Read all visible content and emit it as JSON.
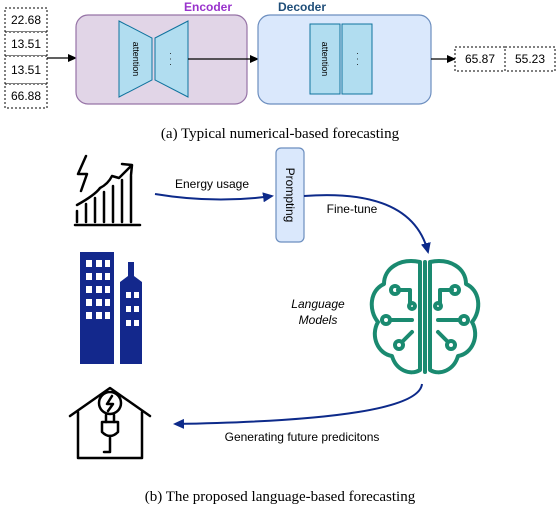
{
  "part_a": {
    "inputs": [
      "22.68",
      "13.51",
      "13.51",
      "66.88"
    ],
    "encoder_label": "Encoder",
    "decoder_label": "Decoder",
    "encoder_attention": "attention",
    "decoder_attention": "attention",
    "ellipsis": "· · ·",
    "outputs": [
      "65.87",
      "55.23"
    ],
    "caption": "(a)  Typical numerical-based forecasting"
  },
  "part_b": {
    "energy_usage": "Energy usage",
    "prompting": "Prompting",
    "fine_tune": "Fine-tune",
    "language_models_line1": "Language",
    "language_models_line2": "Models",
    "generating": "Generating future predicitons",
    "caption": "(b)  The proposed language-based forecasting"
  },
  "colors": {
    "encoder_fill": "#e1d5e7",
    "encoder_stroke": "#9673a6",
    "encoder_title": "#9933cc",
    "decoder_fill": "#dae8fc",
    "decoder_stroke": "#6c8ebf",
    "decoder_title": "#1f4e79",
    "inner_box": "#b1ddf0",
    "inner_stroke": "#10739e",
    "arrow_blue": "#0d2a8a",
    "brain_green": "#1a8a70",
    "building_blue": "#13288c"
  },
  "icons": {
    "energy_chart": "energy-chart-icon",
    "buildings": "buildings-icon",
    "brain": "ai-brain-icon",
    "house_plug": "house-plug-icon"
  }
}
